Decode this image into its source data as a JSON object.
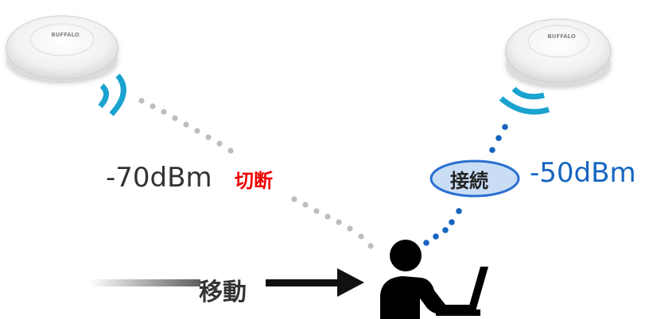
{
  "left_ap": {
    "brand": "BUFFALO",
    "signal_strength": "-70dBm",
    "status": "切断"
  },
  "right_ap": {
    "brand": "BUFFALO",
    "signal_strength": "-50dBm",
    "status": "接続"
  },
  "client": {
    "movement_label": "移動"
  },
  "colors": {
    "disconnected_link": "#bdbdbd",
    "connected_link": "#1565c0",
    "wave_teal": "#1aa3cf",
    "disconnect_text": "#ee0000",
    "badge_fill": "#c9ddf5",
    "badge_stroke": "#2a6fd0"
  }
}
